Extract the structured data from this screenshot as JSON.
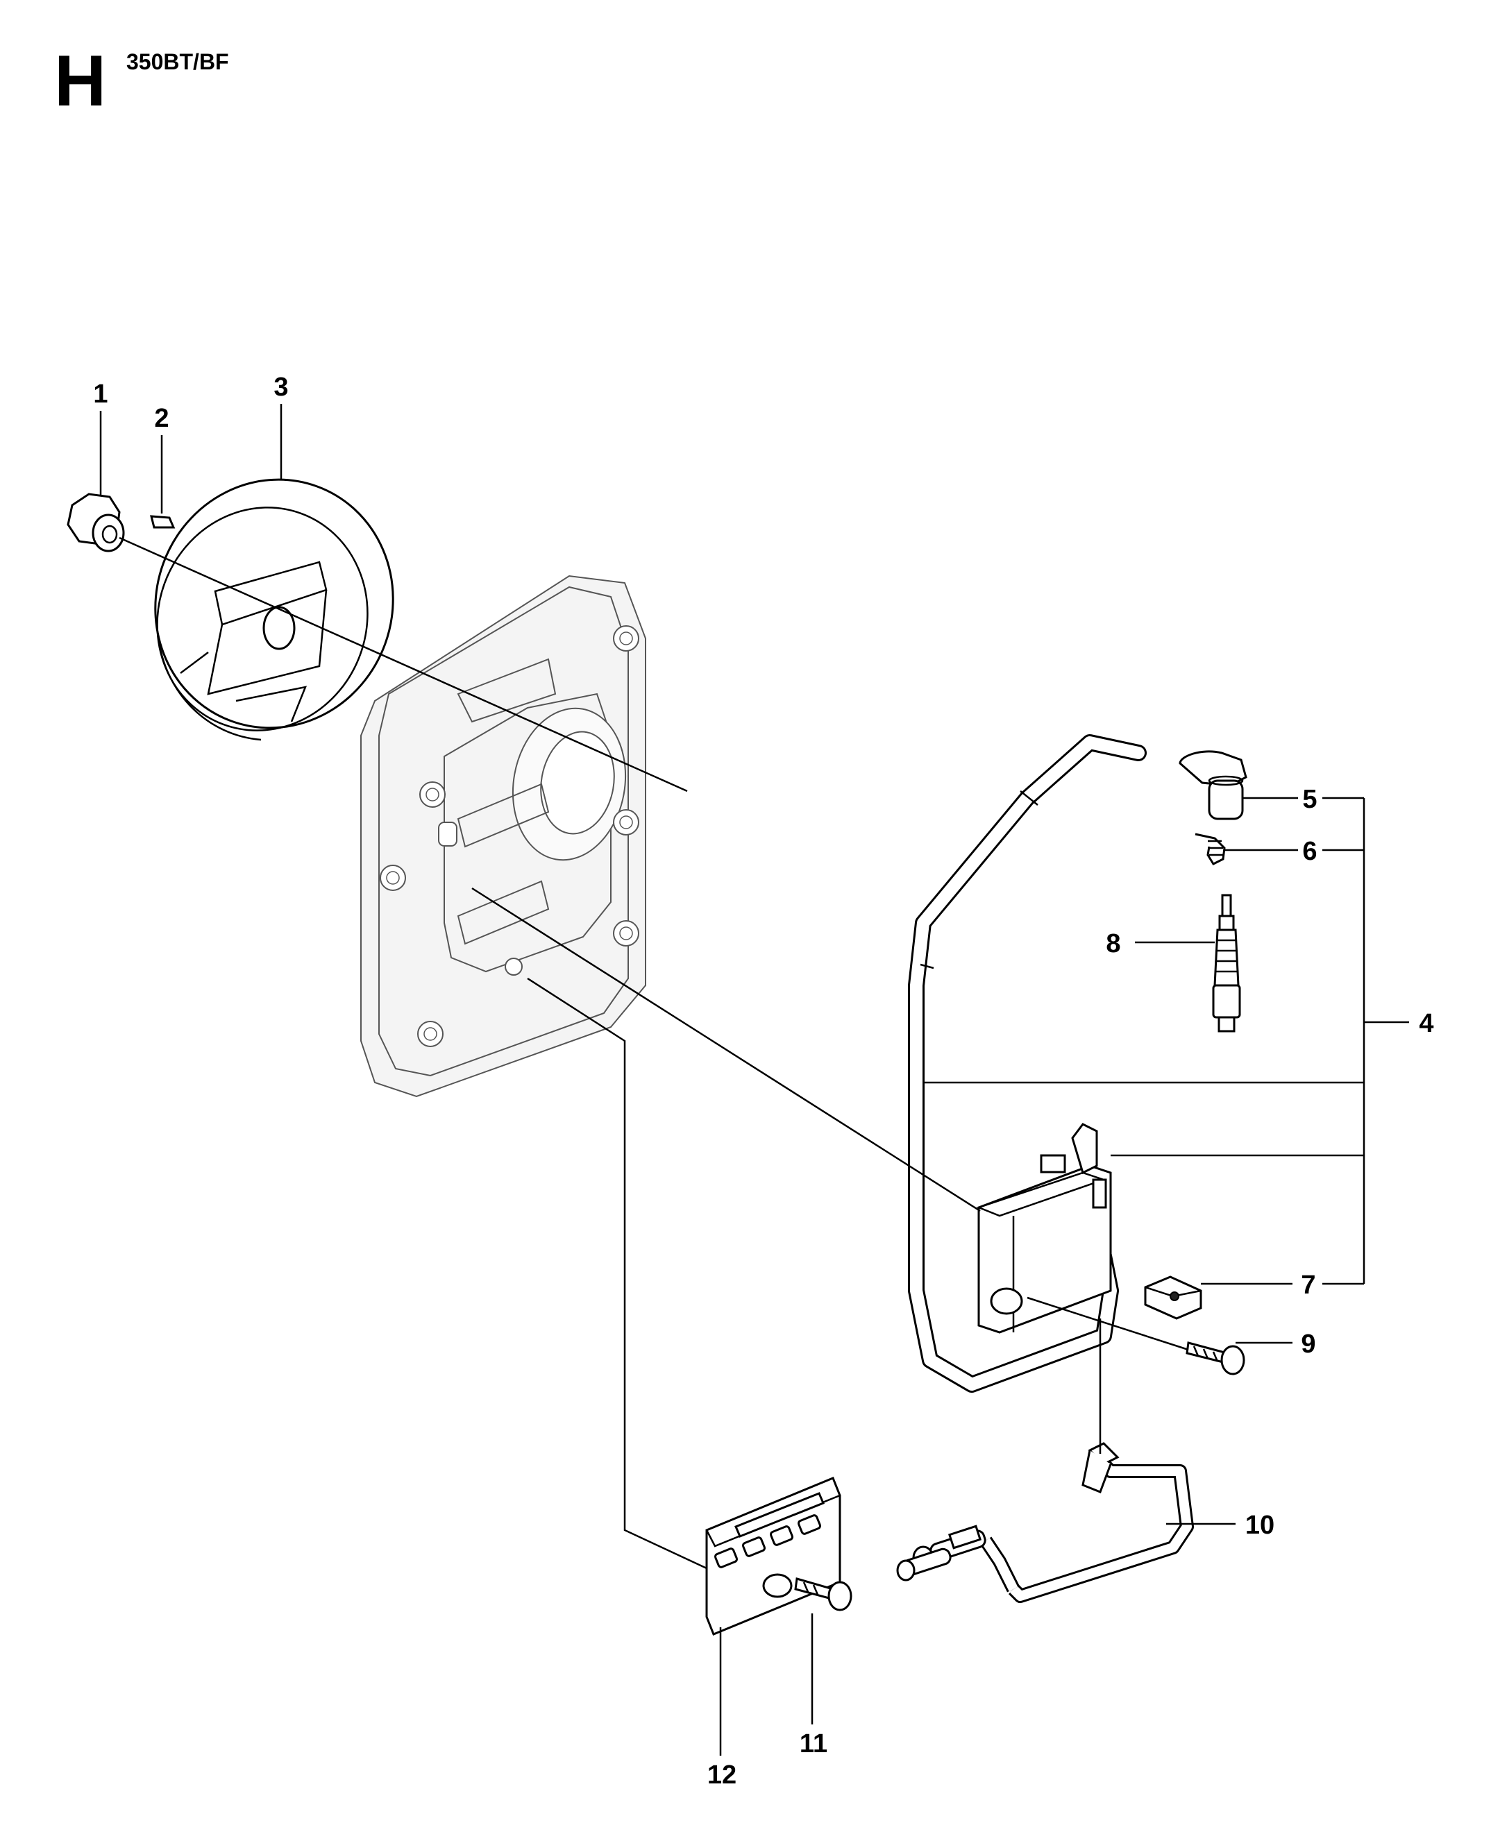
{
  "header": {
    "section": "H",
    "model": "350BT/BF"
  },
  "callouts": [
    {
      "id": "1",
      "label": "1"
    },
    {
      "id": "2",
      "label": "2"
    },
    {
      "id": "3",
      "label": "3"
    },
    {
      "id": "4",
      "label": "4"
    },
    {
      "id": "5",
      "label": "5"
    },
    {
      "id": "6",
      "label": "6"
    },
    {
      "id": "7",
      "label": "7"
    },
    {
      "id": "8",
      "label": "8"
    },
    {
      "id": "9",
      "label": "9"
    },
    {
      "id": "10",
      "label": "10"
    },
    {
      "id": "11",
      "label": "11"
    },
    {
      "id": "12",
      "label": "12"
    }
  ]
}
